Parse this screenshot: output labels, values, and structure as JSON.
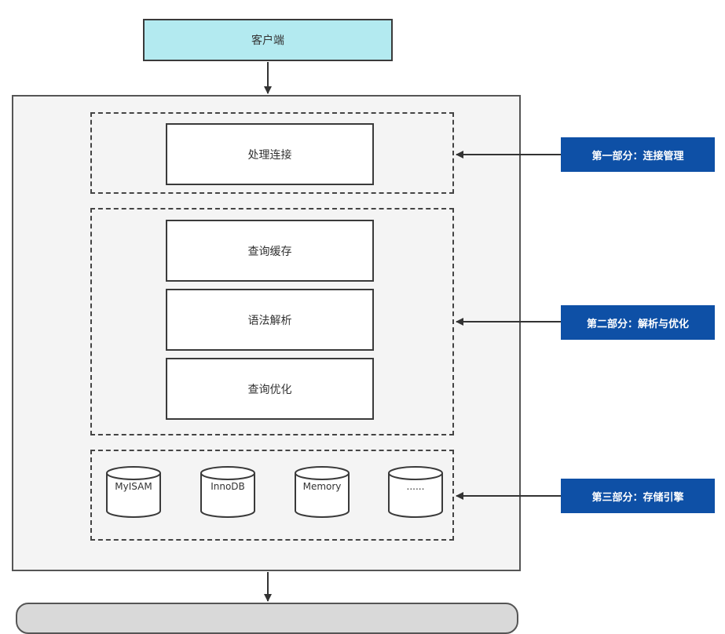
{
  "client": {
    "label": "客户端"
  },
  "sections": {
    "connection": {
      "items": [
        "处理连接"
      ]
    },
    "parsing": {
      "items": [
        "查询缓存",
        "语法解析",
        "查询优化"
      ]
    },
    "storage": {
      "engines": [
        "MyISAM",
        "InnoDB",
        "Memory",
        "......"
      ]
    }
  },
  "tags": [
    "第一部分：连接管理",
    "第二部分：解析与优化",
    "第三部分：存储引擎"
  ],
  "colors": {
    "client_fill": "#b3eaf0",
    "tag_fill": "#0e50a6",
    "server_fill": "#f4f4f4",
    "bottom_fill": "#d9d9d9"
  }
}
